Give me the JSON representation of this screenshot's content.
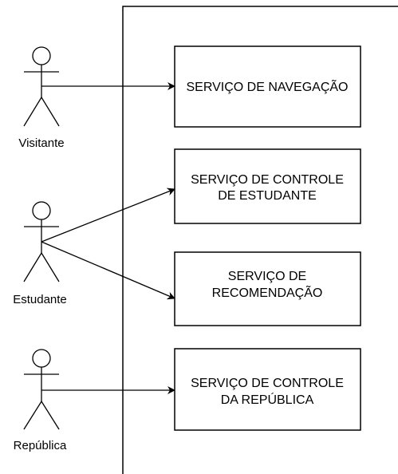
{
  "actors": [
    {
      "id": "visitante",
      "label": "Visitante"
    },
    {
      "id": "estudante",
      "label": "Estudante"
    },
    {
      "id": "republica",
      "label": "República"
    }
  ],
  "services": [
    {
      "id": "navegacao",
      "lines": [
        "SERVIÇO DE NAVEGAÇÃO"
      ]
    },
    {
      "id": "controle-estudante",
      "lines": [
        "SERVIÇO DE CONTROLE",
        "DE ESTUDANTE"
      ]
    },
    {
      "id": "recomendacao",
      "lines": [
        "SERVIÇO DE",
        "RECOMENDAÇÃO"
      ]
    },
    {
      "id": "controle-republica",
      "lines": [
        "SERVIÇO DE CONTROLE",
        "DA REPÚBLICA"
      ]
    }
  ],
  "associations": [
    {
      "from": "visitante",
      "to": "navegacao"
    },
    {
      "from": "estudante",
      "to": "controle-estudante"
    },
    {
      "from": "estudante",
      "to": "recomendacao"
    },
    {
      "from": "republica",
      "to": "controle-republica"
    }
  ],
  "colors": {
    "stroke": "#000000",
    "actor_fill": "#ffffff",
    "box_fill": "#ffffff"
  }
}
